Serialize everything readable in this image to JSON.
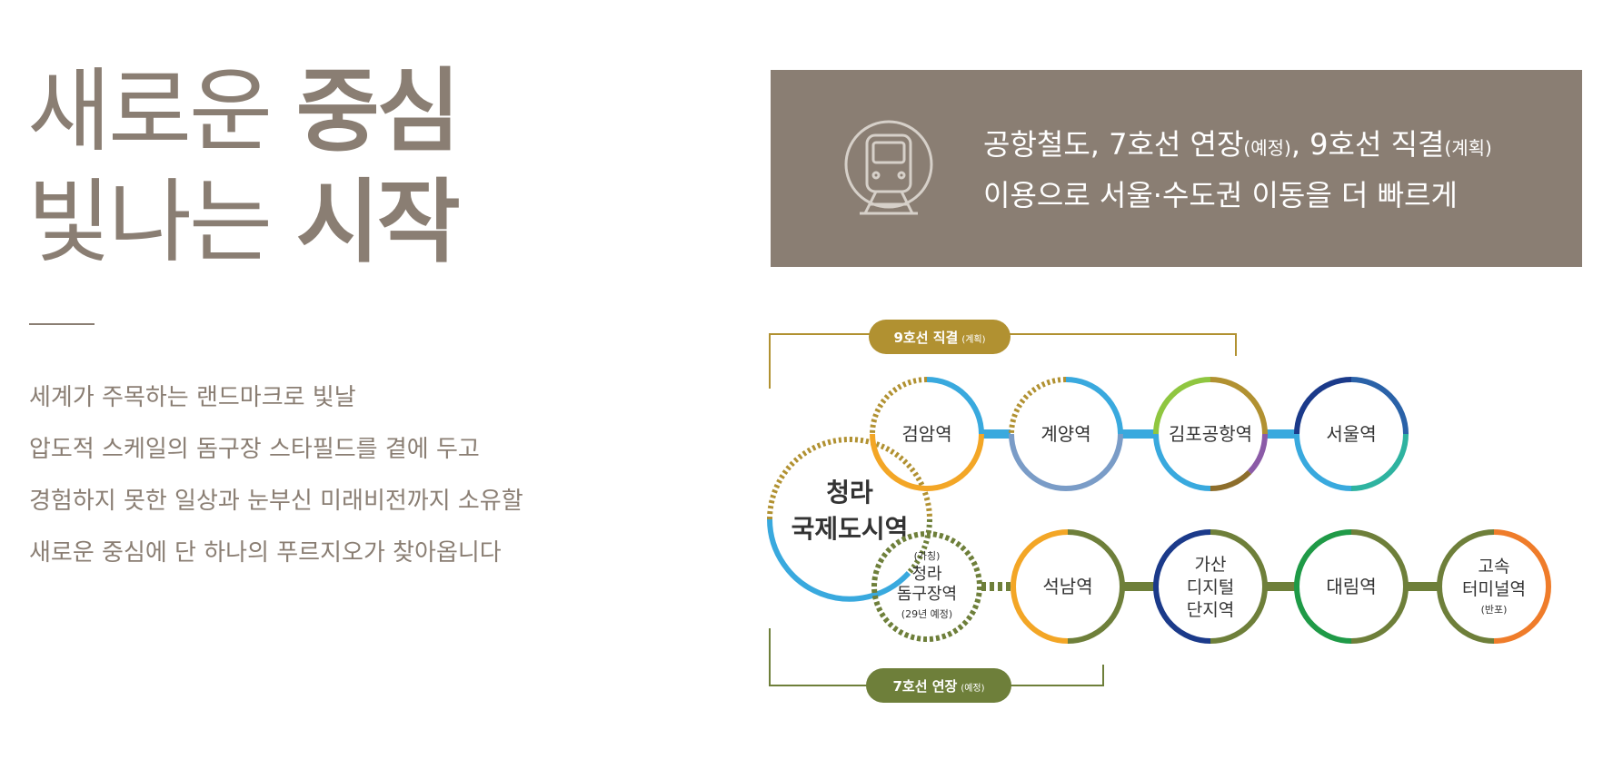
{
  "headline": {
    "line1_light": "새로운",
    "line1_bold": "중심",
    "line2_light": "빛나는",
    "line2_bold": "시작"
  },
  "description": [
    "세계가 주목하는 랜드마크로 빛날",
    "압도적 스케일의 돔구장 스타필드를 곁에 두고",
    "경험하지 못한 일상과 눈부신 미래비전까지 소유할",
    "새로운 중심에 단 하나의 푸르지오가 찾아옵니다"
  ],
  "banner": {
    "icon": "subway-train-icon",
    "line1_a": "공항철도, 7호선 연장",
    "line1_a_note": "(예정)",
    "line1_b": ", 9호선 직결",
    "line1_b_note": "(계획)",
    "line2": "이용으로 서울·수도권 이동을 더 빠르게"
  },
  "diagram": {
    "top_route_label": "9호선 직결",
    "top_route_note": "(계획)",
    "bottom_route_label": "7호선 연장",
    "bottom_route_note": "(예정)",
    "main_station": [
      "청라",
      "국제도시역"
    ],
    "top_row": [
      {
        "lines": [
          "검암역"
        ]
      },
      {
        "lines": [
          "계양역"
        ]
      },
      {
        "lines": [
          "김포공항역"
        ]
      },
      {
        "lines": [
          "서울역"
        ]
      }
    ],
    "bottom_row": [
      {
        "lines": [
          "(가칭)",
          "청라",
          "돔구장역",
          "(29년 예정)"
        ]
      },
      {
        "lines": [
          "석남역"
        ]
      },
      {
        "lines": [
          "가산",
          "디지털",
          "단지역"
        ]
      },
      {
        "lines": [
          "대림역"
        ]
      },
      {
        "lines": [
          "고속",
          "터미널역",
          "(반포)"
        ]
      }
    ]
  },
  "colors": {
    "brand_brown": "#8a7e73",
    "airport_railroad": "#39a9de",
    "line7": "#6e7f3a",
    "line9": "#b19131",
    "text_dark": "#333333"
  }
}
